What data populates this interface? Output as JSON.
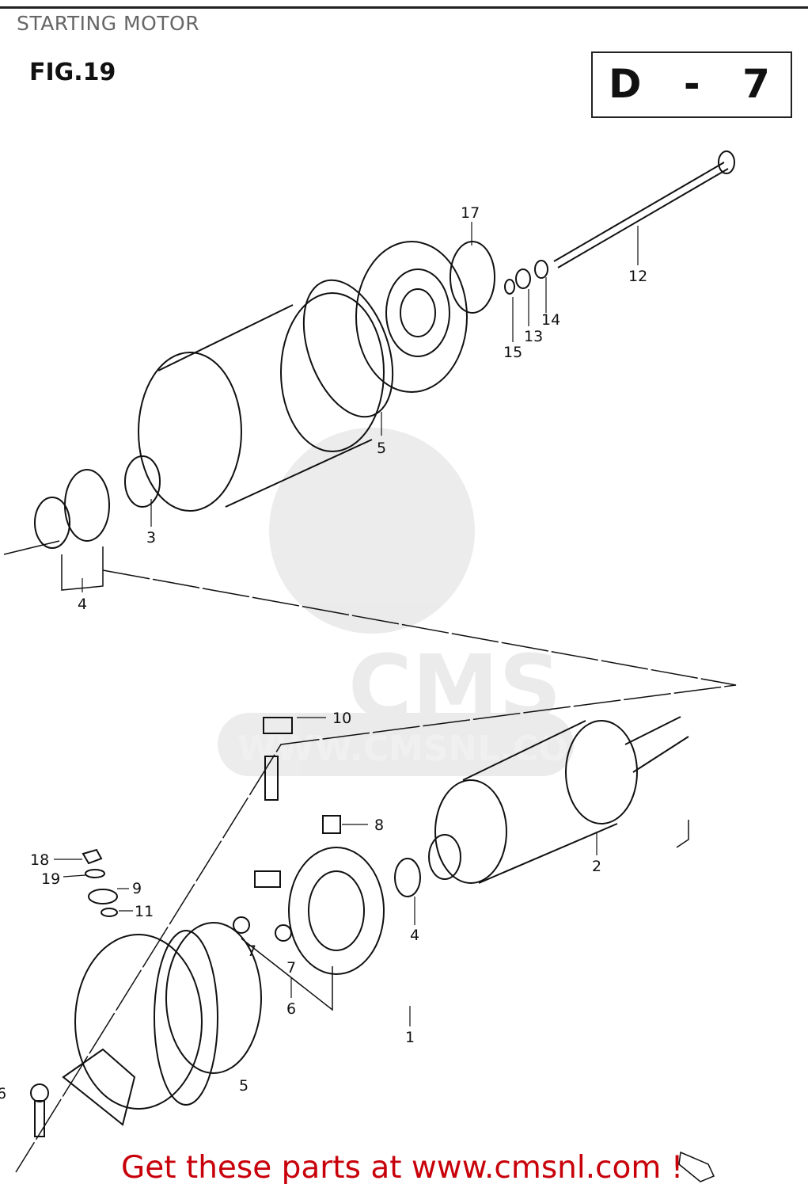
{
  "header": {
    "title": "STARTING MOTOR",
    "figure": "FIG.19",
    "page_code": "D - 7"
  },
  "watermark": {
    "logo_text": "CMS",
    "url_text": "WWW.CMSNL.CO"
  },
  "callouts": [
    {
      "id": "c17",
      "label": "17"
    },
    {
      "id": "c12",
      "label": "12"
    },
    {
      "id": "c14",
      "label": "14"
    },
    {
      "id": "c13",
      "label": "13"
    },
    {
      "id": "c15",
      "label": "15"
    },
    {
      "id": "c5a",
      "label": "5"
    },
    {
      "id": "c3",
      "label": "3"
    },
    {
      "id": "c4a",
      "label": "4"
    },
    {
      "id": "c10",
      "label": "10"
    },
    {
      "id": "c8",
      "label": "8"
    },
    {
      "id": "c2",
      "label": "2"
    },
    {
      "id": "c18",
      "label": "18"
    },
    {
      "id": "c19",
      "label": "19"
    },
    {
      "id": "c9",
      "label": "9"
    },
    {
      "id": "c11",
      "label": "11"
    },
    {
      "id": "c4b",
      "label": "4"
    },
    {
      "id": "c7a",
      "label": "7"
    },
    {
      "id": "c7b",
      "label": "7"
    },
    {
      "id": "c6",
      "label": "6"
    },
    {
      "id": "c1",
      "label": "1"
    },
    {
      "id": "c5b",
      "label": "5"
    },
    {
      "id": "c16",
      "label": "6"
    }
  ],
  "footer": {
    "text": "Get these parts at www.cmsnl.com !"
  }
}
